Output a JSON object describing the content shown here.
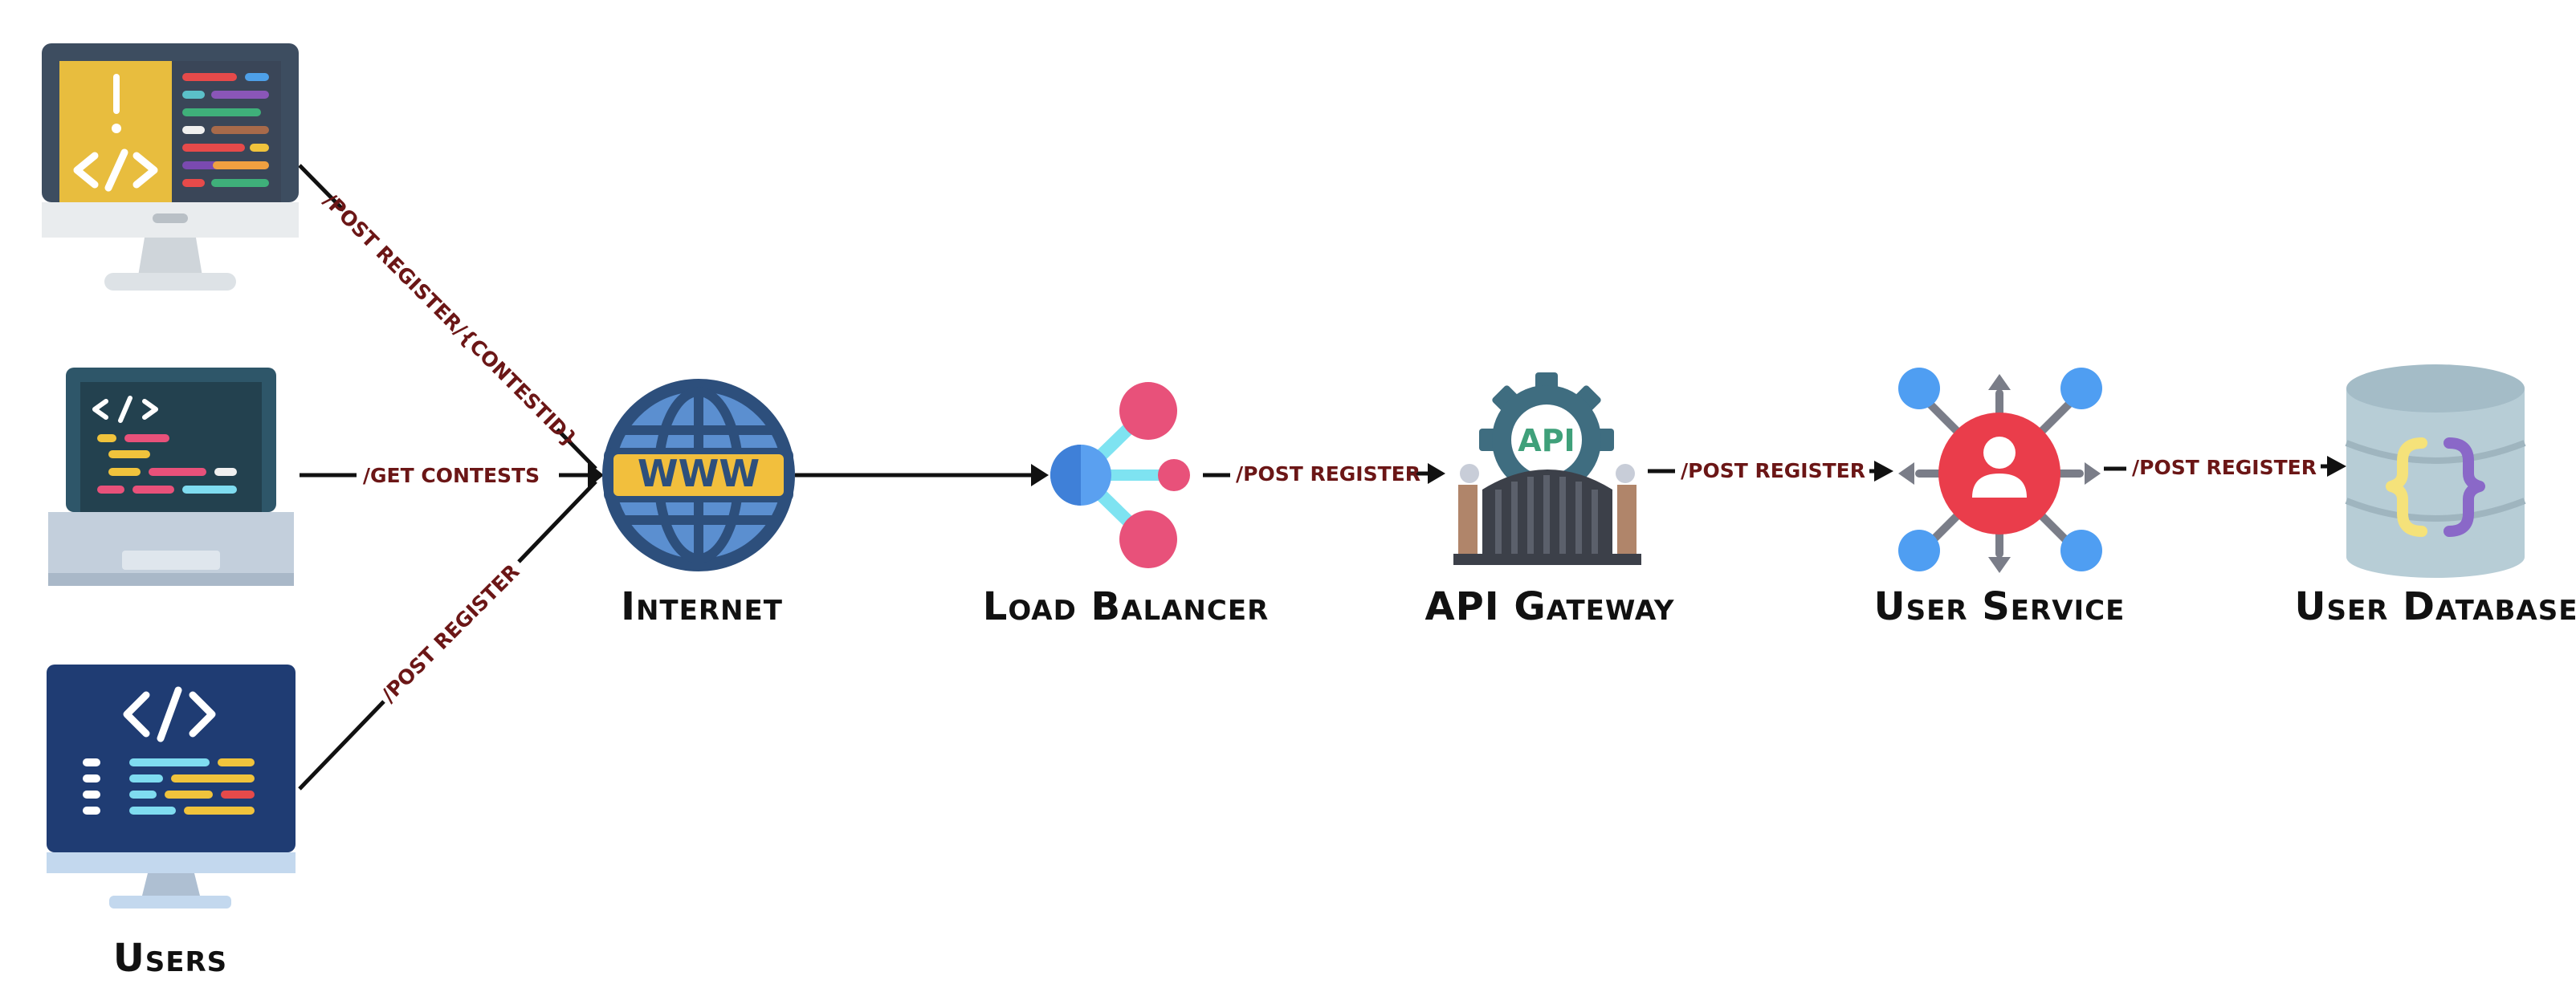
{
  "nodes": {
    "users": "Users",
    "internet": "Internet",
    "load_balancer": "Load Balancer",
    "api_gateway": "API Gateway",
    "user_service": "User Service",
    "user_database": "User Database"
  },
  "edges": {
    "desktop_to_internet": "/POST REGISTER/{CONTESTID}",
    "laptop_to_internet": "/GET CONTESTS",
    "monitor_to_internet": "/POST REGISTER",
    "lb_to_gateway": "/POST REGISTER",
    "gateway_to_service": "/POST REGISTER",
    "service_to_database": "/POST REGISTER"
  },
  "icons": {
    "internet": "WWW",
    "api_gateway": "API"
  },
  "colors": {
    "label": "#111111",
    "edge_label": "#6b1616",
    "globe": "#2d4f7c",
    "www_band": "#f2bf3d",
    "lb_pink": "#e8517a",
    "lb_blue": "#5aa0f0",
    "service_red": "#ea3d4b",
    "service_blue": "#4f9ef2",
    "database": "#b7cdd6",
    "code_yellow": "#f0c33c"
  }
}
